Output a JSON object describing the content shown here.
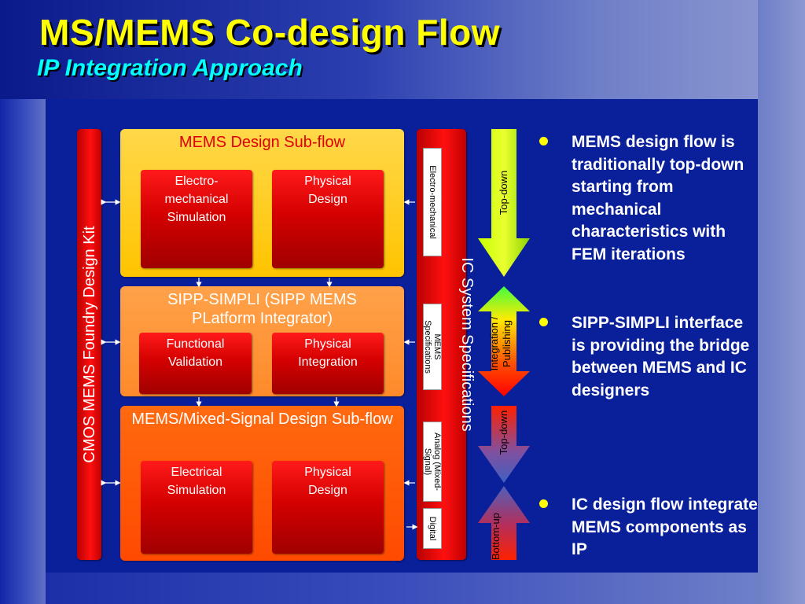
{
  "title": "MS/MEMS Co-design Flow",
  "subtitle": "IP Integration Approach",
  "diagram": {
    "left_bar_label": "CMOS MEMS Foundry Design Kit",
    "right_bar_label": "IC System Specifications",
    "mems_subflow": {
      "title": "MEMS Design Sub-flow",
      "box1": "Electro-mechanical Simulation",
      "box2": "Physical Design"
    },
    "sipp": {
      "title": "SIPP-SIMPLI (SIPP MEMS PLatform Integrator)",
      "box1": "Functional Validation",
      "box2": "Physical Integration"
    },
    "mixed": {
      "title": "MEMS/Mixed-Signal Design Sub-flow",
      "box1": "Electrical Simulation",
      "box2": "Physical Design"
    },
    "specs": [
      "Electro-mechanical",
      "MEMS Specifications",
      "Analog (Mixed-Signal)",
      "Digital"
    ],
    "arrows": [
      "Top-down",
      "Integration / Publishing",
      "Top-down",
      "Bottom-up"
    ]
  },
  "bullets": [
    "MEMS design flow is traditionally top-down starting from mechanical characteristics with FEM iterations",
    "SIPP-SIMPLI interface is providing the bridge between MEMS and IC designers",
    "IC design flow integrate MEMS components as IP"
  ],
  "colors": {
    "background": "#0a1f9a",
    "title": "#ffff00",
    "subtitle": "#00ffff",
    "mems_panel": "#ffd700",
    "sipp_panel": "#ffa040",
    "mixed_panel": "#ff5a00",
    "box_red": "#d40000"
  }
}
